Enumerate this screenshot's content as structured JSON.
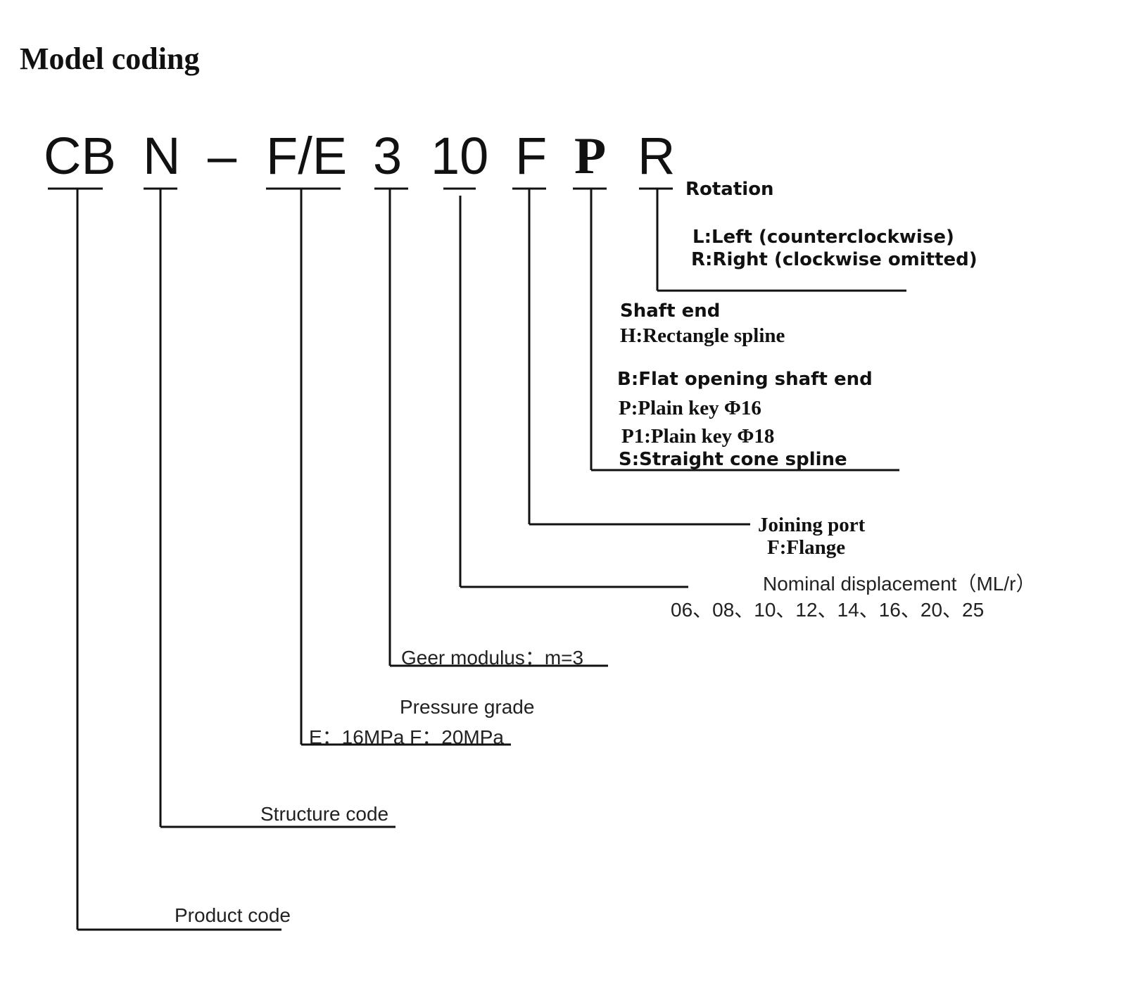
{
  "title": "Model coding",
  "code_parts": {
    "cb": "CB",
    "n": "N",
    "dash": "–",
    "fe": "F/E",
    "three": "3",
    "ten": "10",
    "f": "F",
    "p": "P",
    "r": "R"
  },
  "rotation": {
    "heading": "Rotation",
    "left": "L:Left (counterclockwise)",
    "right": "R:Right (clockwise omitted)"
  },
  "shaft_end": {
    "heading": "Shaft end",
    "h": "H:Rectangle spline",
    "b": "B:Flat opening shaft end",
    "p": "P:Plain key Φ16",
    "p1": "P1:Plain key Φ18",
    "s": "S:Straight cone spline"
  },
  "joining_port": {
    "heading": "Joining port",
    "f": "F:Flange"
  },
  "displacement": {
    "heading": "Nominal displacement（ML/r）",
    "values": "06、08、10、12、14、16、20、25"
  },
  "gear_modulus": "Geer modulus：m=3",
  "pressure_grade": {
    "heading": "Pressure grade",
    "values": "E：16MPa    F：20MPa"
  },
  "structure_code": "Structure code",
  "product_code": "Product code"
}
